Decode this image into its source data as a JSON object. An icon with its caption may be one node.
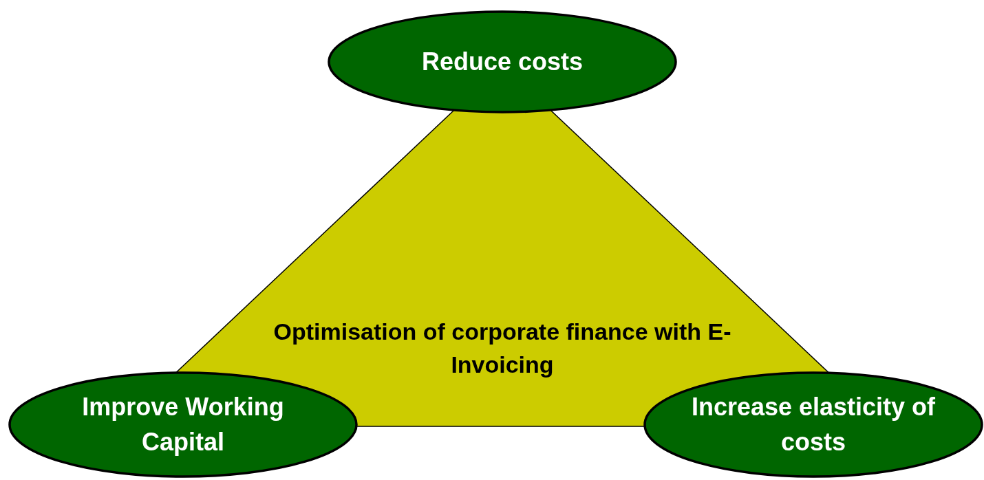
{
  "diagram": {
    "nodes": [
      {
        "text": [
          "Reduce costs"
        ]
      },
      {
        "text": [
          "Optimisation of corporate finance with E-Invoicing"
        ]
      },
      {
        "text": [
          "Improve Working Capital"
        ]
      },
      {
        "text": [
          "Increase elasticity of costs"
        ]
      }
    ]
  }
}
